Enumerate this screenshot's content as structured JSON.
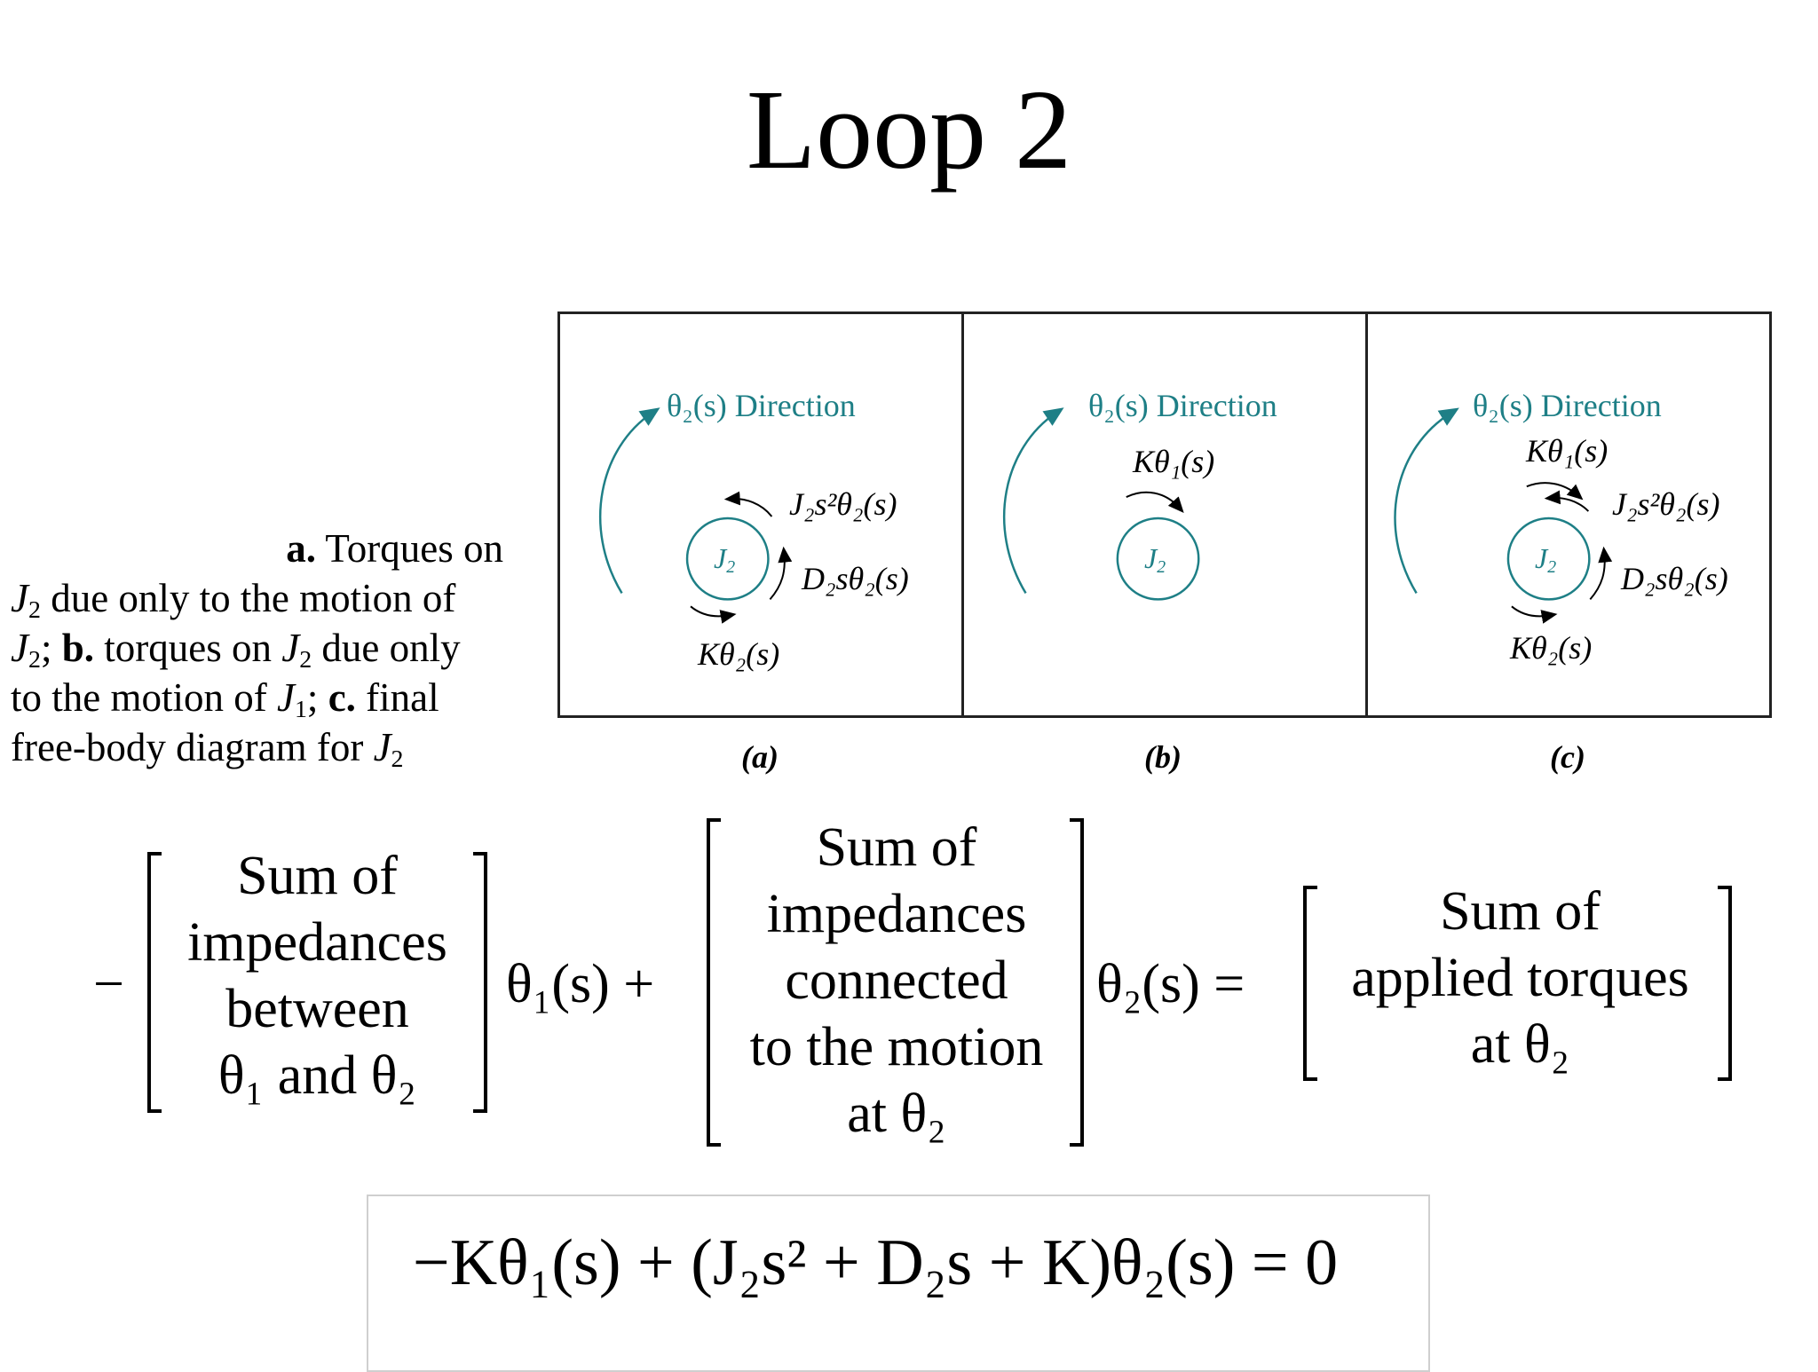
{
  "title": "Loop 2",
  "caption": {
    "a_tag": "a.",
    "a_text": "Torques on",
    "line2": "due only to the motion of",
    "b_tag": "b.",
    "b_text": "torques on",
    "b_text2": "due only",
    "c_pre": "to the motion of",
    "c_tag": "c.",
    "c_text": "final",
    "line5": "free-body diagram for"
  },
  "panels": [
    {
      "label": "(a)",
      "direction": "θ₂(s) Direction",
      "j": "J",
      "t_inertia": "J₂s²θ₂(s)",
      "t_damp": "D₂sθ₂(s)",
      "t_spring": "Kθ₂(s)"
    },
    {
      "label": "(b)",
      "direction": "θ₂(s) Direction",
      "j": "J",
      "t_coupling": "Kθ₁(s)"
    },
    {
      "label": "(c)",
      "direction": "θ₂(s) Direction",
      "j": "J",
      "t_coupling": "Kθ₁(s)",
      "t_inertia": "J₂s²θ₂(s)",
      "t_damp": "D₂sθ₂(s)",
      "t_spring": "Kθ₂(s)"
    }
  ],
  "equation": {
    "minus": "−",
    "bracket1": [
      "Sum of",
      "impedances",
      "between",
      "θ₁ and θ₂"
    ],
    "term1": "θ₁(s) +",
    "bracket2": [
      "Sum of",
      "impedances",
      "connected",
      "to the motion",
      "at θ₂"
    ],
    "term2": "θ₂(s) =",
    "bracket3": [
      "Sum of",
      "applied torques",
      "at θ₂"
    ]
  },
  "result": "−Kθ₁(s) + (J₂s² + D₂s + K)θ₂(s) = 0",
  "colors": {
    "teal": "#1e7f86",
    "frame": "#222222"
  }
}
